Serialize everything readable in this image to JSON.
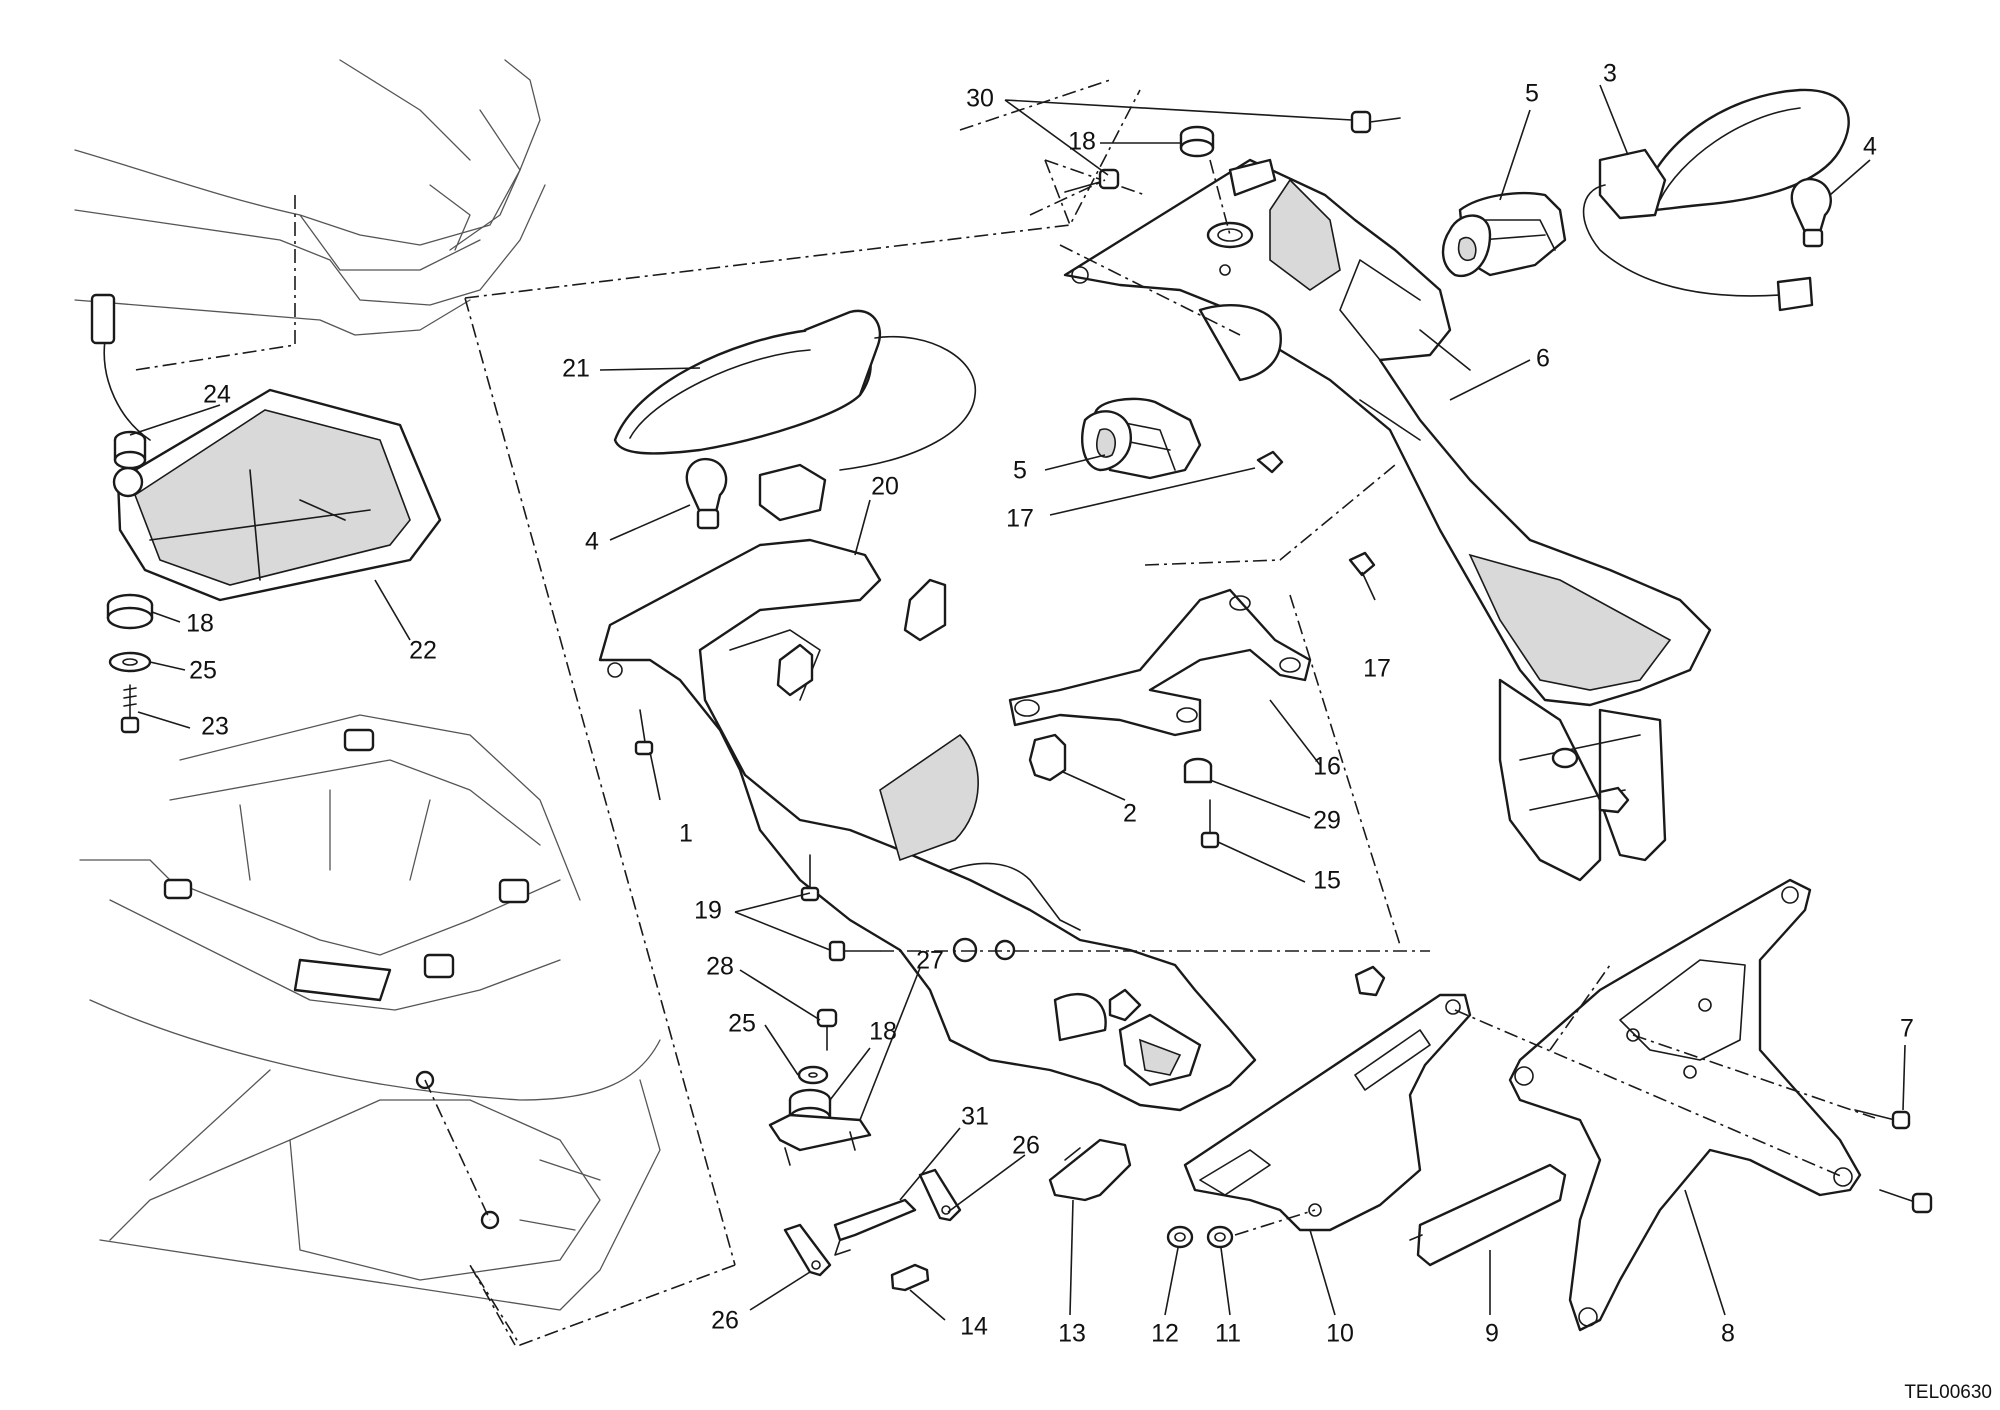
{
  "drawing_ref": "TEL00630",
  "callouts": [
    "1",
    "2",
    "3",
    "4",
    "4",
    "5",
    "5",
    "6",
    "7",
    "8",
    "9",
    "10",
    "11",
    "12",
    "13",
    "14",
    "15",
    "16",
    "17",
    "17",
    "18",
    "18",
    "18",
    "19",
    "20",
    "21",
    "22",
    "23",
    "24",
    "25",
    "25",
    "26",
    "26",
    "27",
    "28",
    "29",
    "30",
    "31"
  ]
}
